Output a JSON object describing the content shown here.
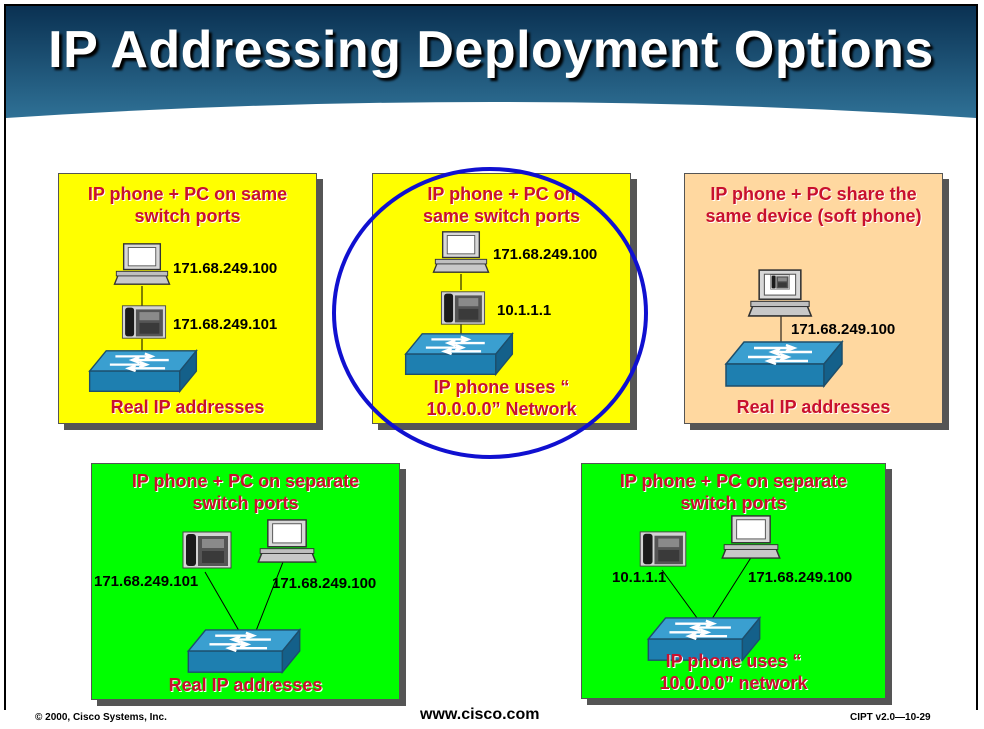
{
  "title": "IP Addressing Deployment Options",
  "panels": [
    {
      "heading": "IP phone + PC on same switch ports",
      "pc_address": "171.68.249.100",
      "phone_address": "171.68.249.101",
      "caption": "Real IP addresses"
    },
    {
      "heading": "IP phone + PC on same switch ports",
      "pc_address": "171.68.249.100",
      "phone_address": "10.1.1.1",
      "caption": "IP phone uses “ 10.0.0.0” Network"
    },
    {
      "heading": "IP phone + PC share the same device (soft phone)",
      "pc_address": "171.68.249.100",
      "caption": "Real IP addresses"
    },
    {
      "heading": "IP phone + PC on separate switch ports",
      "phone_address": "171.68.249.101",
      "pc_address": "171.68.249.100",
      "caption": "Real IP addresses"
    },
    {
      "heading": "IP phone + PC on separate switch ports",
      "phone_address": "10.1.1.1",
      "pc_address": "171.68.249.100",
      "caption": "IP phone uses “ 10.0.0.0” network"
    }
  ],
  "footer": {
    "copyright": "© 2000, Cisco Systems, Inc.",
    "url": "www.cisco.com",
    "slide_id": "CIPT v2.0—10-29"
  },
  "colors": {
    "yellow": "#ffff00",
    "peach": "#ffd8a0",
    "green": "#00ff00",
    "text_red": "#c8102e",
    "circle_blue": "#1010d0",
    "switch_blue": "#2e8fc0"
  }
}
